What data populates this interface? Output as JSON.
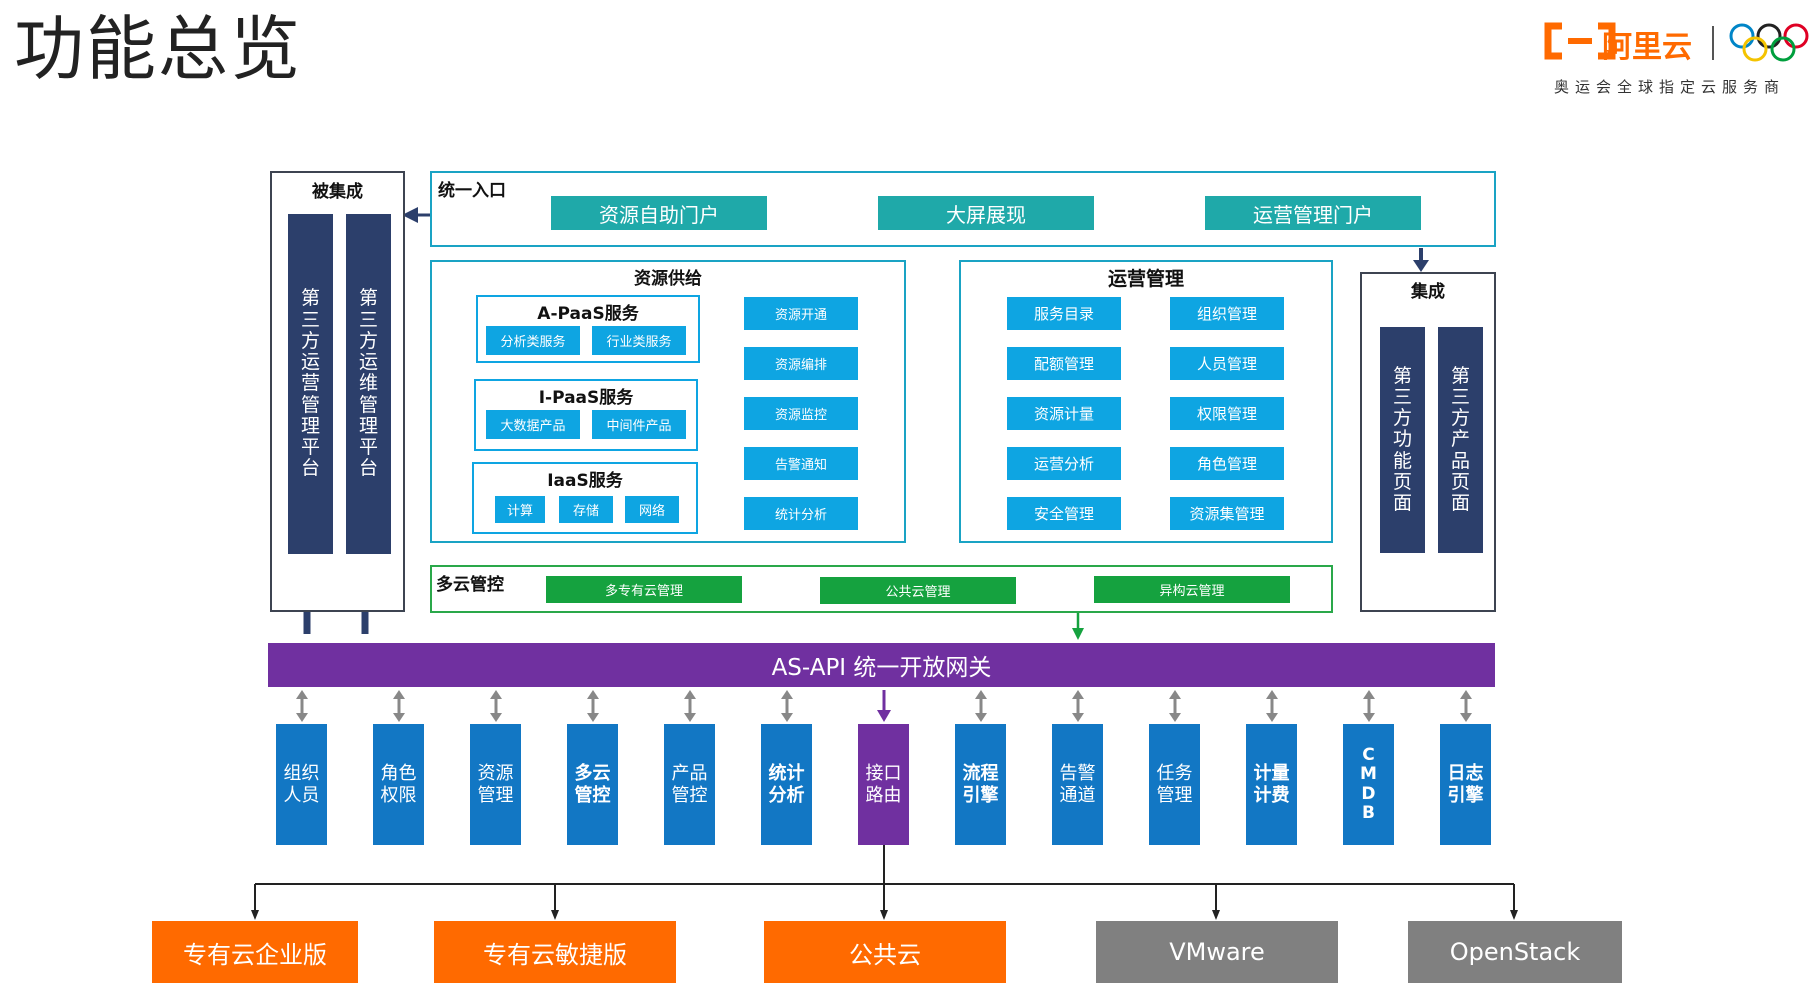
{
  "title": "功能总览",
  "brand": {
    "name": "阿里云",
    "subtitle": "奥运会全球指定云服务商",
    "logo_icon": "aliyun-logo-icon",
    "olympic_icon": "olympic-rings-icon"
  },
  "integrated_panel": {
    "title": "被集成",
    "platforms": [
      "第三方运营管理平台",
      "第三方运维管理平台"
    ]
  },
  "unified_entry": {
    "title": "统一入口",
    "items": [
      "资源自助门户",
      "大屏展现",
      "运营管理门户"
    ]
  },
  "resource_supply": {
    "title": "资源供给",
    "apaas": {
      "title": "A-PaaS服务",
      "items": [
        "分析类服务",
        "行业类服务"
      ]
    },
    "ipaas": {
      "title": "I-PaaS服务",
      "items": [
        "大数据产品",
        "中间件产品"
      ]
    },
    "iaas": {
      "title": "IaaS服务",
      "items": [
        "计算",
        "存储",
        "网络"
      ]
    },
    "functions": [
      "资源开通",
      "资源编排",
      "资源监控",
      "告警通知",
      "统计分析"
    ]
  },
  "operations": {
    "title": "运营管理",
    "left": [
      "服务目录",
      "配额管理",
      "资源计量",
      "运营分析",
      "安全管理"
    ],
    "right": [
      "组织管理",
      "人员管理",
      "权限管理",
      "角色管理",
      "资源集管理"
    ]
  },
  "integration": {
    "title": "集成",
    "items": [
      "第三方功能页面",
      "第三方产品页面"
    ]
  },
  "multicloud": {
    "title": "多云管控",
    "items": [
      "多专有云管理",
      "公共云管理",
      "异构云管理"
    ]
  },
  "gateway": {
    "label": "AS-API 统一开放网关"
  },
  "modules": [
    {
      "label": "组织\n人员",
      "bold": false
    },
    {
      "label": "角色\n权限",
      "bold": false
    },
    {
      "label": "资源\n管理",
      "bold": false
    },
    {
      "label": "多云\n管控",
      "bold": true
    },
    {
      "label": "产品\n管控",
      "bold": false
    },
    {
      "label": "统计\n分析",
      "bold": true
    },
    {
      "label": "接口\n路由",
      "bold": false
    },
    {
      "label": "流程\n引擎",
      "bold": true
    },
    {
      "label": "告警\n通道",
      "bold": false
    },
    {
      "label": "任务\n管理",
      "bold": false
    },
    {
      "label": "计量\n计费",
      "bold": true
    },
    {
      "label": "CMDB",
      "bold": true
    },
    {
      "label": "日志\n引擎",
      "bold": true
    }
  ],
  "targets": [
    {
      "label": "专有云企业版",
      "color": "#ff6a00"
    },
    {
      "label": "专有云敏捷版",
      "color": "#ff6a00"
    },
    {
      "label": "公共云",
      "color": "#ff6a00"
    },
    {
      "label": "VMware",
      "color": "#808080"
    },
    {
      "label": "OpenStack",
      "color": "#808080"
    }
  ]
}
